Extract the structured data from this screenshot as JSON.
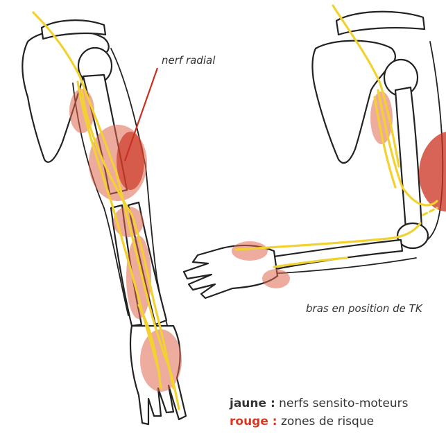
{
  "labels": {
    "radial_nerve": "nerf radial",
    "arm_position": "bras en position de TK"
  },
  "legend": {
    "yellow_key": "jaune :",
    "yellow_text": "nerfs sensito-moteurs",
    "red_key": "rouge :",
    "red_text": "zones de risque"
  },
  "colors": {
    "nerve": "#f2d230",
    "risk_zone": "#e0674e",
    "risk_zone_dark": "#c9301f",
    "outline": "#222222",
    "legend_yellow": "#e0b700",
    "legend_red": "#d9381e"
  }
}
